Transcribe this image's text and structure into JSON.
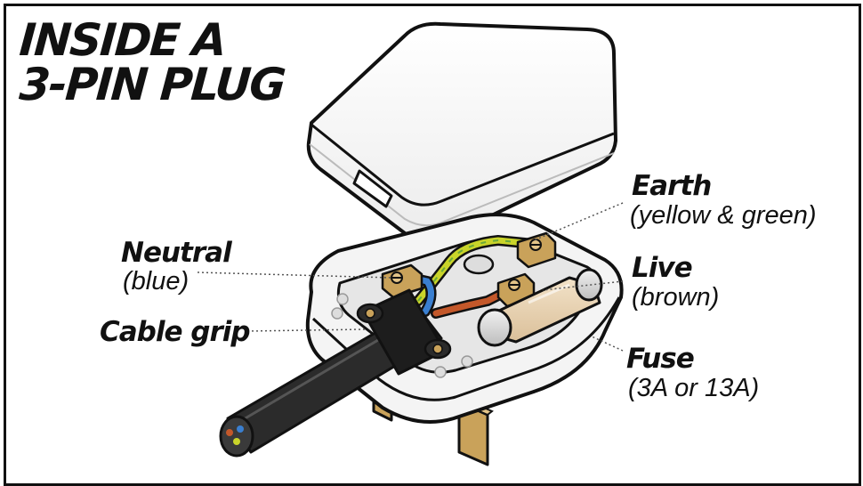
{
  "title": {
    "line1": "INSIDE A",
    "line2": "3-PIN PLUG"
  },
  "labels": {
    "earth": {
      "name": "Earth",
      "detail": "(yellow & green)"
    },
    "neutral": {
      "name": "Neutral",
      "detail": "(blue)"
    },
    "live": {
      "name": "Live",
      "detail": "(brown)"
    },
    "grip": {
      "name": "Cable grip"
    },
    "fuse": {
      "name": "Fuse",
      "detail": "(3A or 13A)"
    }
  },
  "colors": {
    "earth_wire": "#c9d42a",
    "neutral_wire": "#3a7fd0",
    "live_wire": "#c4582a",
    "brass": "#c9a25a",
    "cable": "#2b2b2b",
    "plug_body": "#f4f4f4"
  }
}
